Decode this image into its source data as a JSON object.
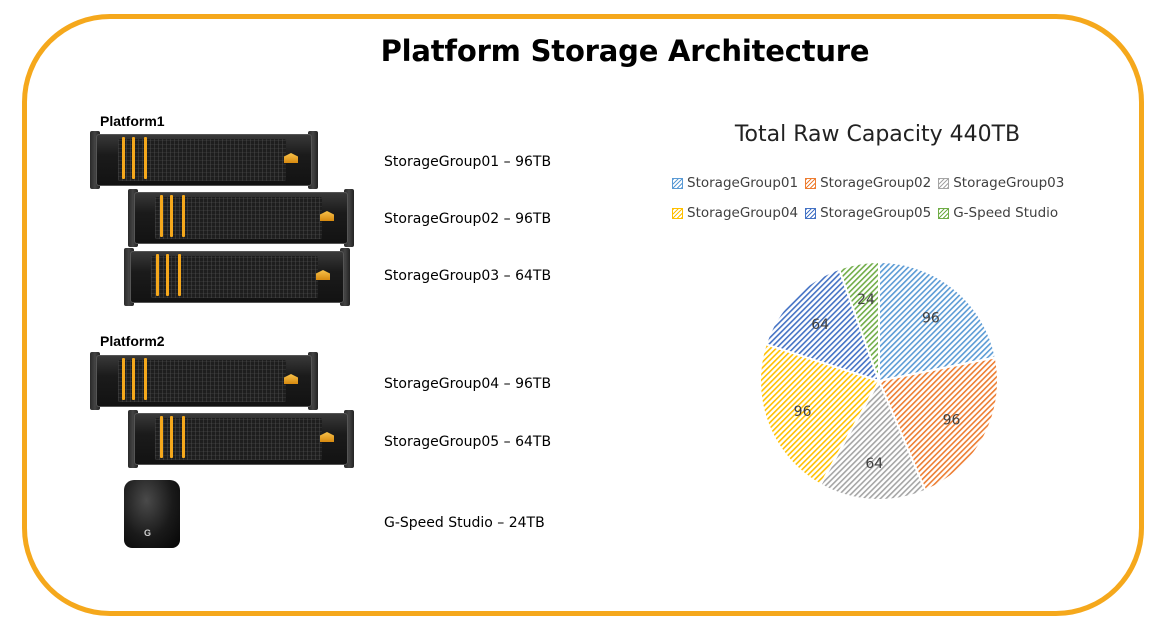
{
  "title": "Platform Storage Architecture",
  "platforms": [
    {
      "label": "Platform1"
    },
    {
      "label": "Platform2"
    }
  ],
  "groups": [
    {
      "label": "StorageGroup01 – 96TB"
    },
    {
      "label": "StorageGroup02 – 96TB"
    },
    {
      "label": "StorageGroup03 – 64TB"
    },
    {
      "label": "StorageGroup04 – 96TB"
    },
    {
      "label": "StorageGroup05 – 64TB"
    },
    {
      "label": "G-Speed Studio – 24TB"
    }
  ],
  "device_badge": "G",
  "chart_data": {
    "type": "pie",
    "title": "Total Raw Capacity 440TB",
    "legend_position": "top",
    "series": [
      {
        "name": "StorageGroup01",
        "value": 96,
        "color": "#5b9bd5"
      },
      {
        "name": "StorageGroup02",
        "value": 96,
        "color": "#ed7d31"
      },
      {
        "name": "StorageGroup03",
        "value": 64,
        "color": "#a5a5a5"
      },
      {
        "name": "StorageGroup04",
        "value": 96,
        "color": "#ffc000"
      },
      {
        "name": "StorageGroup05",
        "value": 64,
        "color": "#4472c4"
      },
      {
        "name": "G-Speed Studio",
        "value": 24,
        "color": "#70ad47"
      }
    ]
  }
}
